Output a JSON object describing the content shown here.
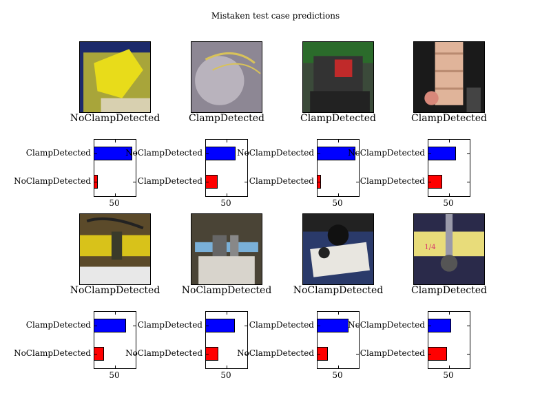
{
  "figure": {
    "title": "Mistaken test case predictions"
  },
  "chart_data": {
    "type": "bar",
    "orientation": "horizontal",
    "xlim": [
      0,
      100
    ],
    "xticks": [
      50
    ],
    "panels": [
      {
        "predicted_label": "NoClampDetected",
        "image": "yellow-clamp-on-pipe-photo",
        "categories": [
          "ClampDetected",
          "NoClampDetected"
        ],
        "values": [
          91,
          9
        ],
        "colors": [
          "#0000ff",
          "#ff0000"
        ]
      },
      {
        "predicted_label": "ClampDetected",
        "image": "blurry-pipe-close-up-photo",
        "categories": [
          "NoClampDetected",
          "ClampDetected"
        ],
        "values": [
          72,
          28
        ],
        "colors": [
          "#0000ff",
          "#ff0000"
        ]
      },
      {
        "predicted_label": "ClampDetected",
        "image": "dark-pipe-fitting-photo",
        "categories": [
          "NoClampDetected",
          "ClampDetected"
        ],
        "values": [
          92,
          8
        ],
        "colors": [
          "#0000ff",
          "#ff0000"
        ]
      },
      {
        "predicted_label": "ClampDetected",
        "image": "wrapped-pipe-photo",
        "categories": [
          "NoClampDetected",
          "ClampDetected"
        ],
        "values": [
          66,
          34
        ],
        "colors": [
          "#0000ff",
          "#ff0000"
        ]
      },
      {
        "predicted_label": "NoClampDetected",
        "image": "yellow-pipe-in-trench-photo",
        "categories": [
          "ClampDetected",
          "NoClampDetected"
        ],
        "values": [
          77,
          23
        ],
        "colors": [
          "#0000ff",
          "#ff0000"
        ]
      },
      {
        "predicted_label": "NoClampDetected",
        "image": "blue-valve-assembly-photo",
        "categories": [
          "ClampDetected",
          "NoClampDetected"
        ],
        "values": [
          70,
          30
        ],
        "colors": [
          "#0000ff",
          "#ff0000"
        ]
      },
      {
        "predicted_label": "NoClampDetected",
        "image": "valve-with-white-wrap-photo",
        "categories": [
          "ClampDetected",
          "NoClampDetected"
        ],
        "values": [
          75,
          25
        ],
        "colors": [
          "#0000ff",
          "#ff0000"
        ]
      },
      {
        "predicted_label": "ClampDetected",
        "image": "yellow-pipe-with-metal-bracket-photo",
        "categories": [
          "NoClampDetected",
          "ClampDetected"
        ],
        "values": [
          55,
          45
        ],
        "colors": [
          "#0000ff",
          "#ff0000"
        ]
      }
    ]
  }
}
